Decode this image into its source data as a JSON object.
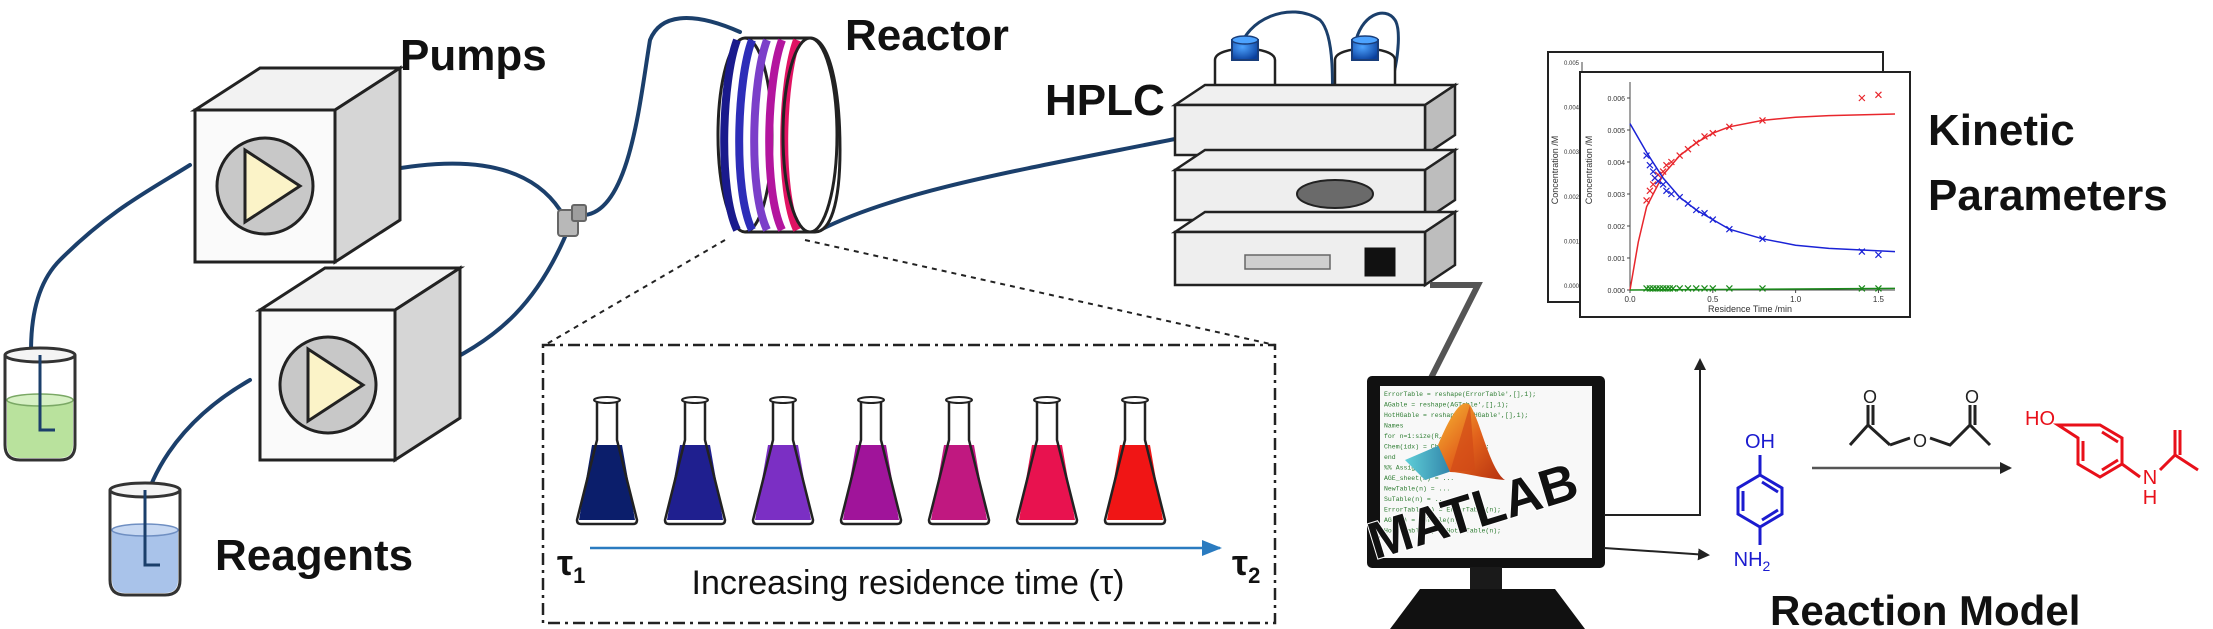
{
  "labels": {
    "pumps": "Pumps",
    "reactor": "Reactor",
    "hplc": "HPLC",
    "reagents": "Reagents",
    "kinetic_line1": "Kinetic",
    "kinetic_line2": "Parameters",
    "reaction_model": "Reaction Model",
    "matlab": "MATLAB",
    "tau1": "τ",
    "tau1_sub": "1",
    "tau2": "τ",
    "tau2_sub": "2",
    "residence": "Increasing residence time (τ)"
  },
  "chemistry": {
    "reactant_oh": "OH",
    "reactant_nh2": "NH",
    "reactant_nh2_sub": "2",
    "product_ho": "HO",
    "product_nh_n": "N",
    "product_nh_h": "H"
  },
  "flasks": {
    "colors": [
      "#0b1e6b",
      "#1f1f8f",
      "#7b2fc4",
      "#a0149a",
      "#c01880",
      "#e8124f",
      "#f01515"
    ]
  },
  "colors": {
    "tubing": "#1b3f6b",
    "arrow_blue": "#2a7bc0",
    "reactant": "#1b1bcf",
    "product": "#e8101a",
    "acetyl": "#222222",
    "series_product": "#e8262c",
    "series_reactant": "#1a22d6",
    "series_byproduct": "#1a8a1a"
  },
  "chart_data": {
    "type": "scatter",
    "title": "",
    "xlabel": "Residence Time /min",
    "ylabel": "Concentration /M",
    "xlim": [
      0,
      1.6
    ],
    "ylim": [
      0,
      0.0065
    ],
    "xticks": [
      "0.0",
      "0.5",
      "1.0",
      "1.5"
    ],
    "yticks": [
      "0.000",
      "0.001",
      "0.002",
      "0.003",
      "0.004",
      "0.005",
      "0.006"
    ],
    "back_panel": {
      "ylabel": "Concentration /M",
      "yticks": [
        "0.000",
        "0.001",
        "0.002",
        "0.003",
        "0.004",
        "0.005"
      ]
    },
    "series": [
      {
        "color": "#e8262c",
        "points": [
          [
            0.1,
            0.0028
          ],
          [
            0.12,
            0.0031
          ],
          [
            0.14,
            0.0033
          ],
          [
            0.15,
            0.0035
          ],
          [
            0.17,
            0.0036
          ],
          [
            0.2,
            0.0037
          ],
          [
            0.22,
            0.0039
          ],
          [
            0.25,
            0.004
          ],
          [
            0.3,
            0.0042
          ],
          [
            0.35,
            0.0044
          ],
          [
            0.4,
            0.0046
          ],
          [
            0.45,
            0.0048
          ],
          [
            0.5,
            0.0049
          ],
          [
            0.6,
            0.0051
          ],
          [
            0.8,
            0.0053
          ],
          [
            1.5,
            0.0061
          ],
          [
            1.4,
            0.006
          ]
        ],
        "fit": [
          [
            0.0,
            0.0
          ],
          [
            0.05,
            0.0015
          ],
          [
            0.1,
            0.0026
          ],
          [
            0.2,
            0.0036
          ],
          [
            0.3,
            0.0042
          ],
          [
            0.4,
            0.0046
          ],
          [
            0.5,
            0.0049
          ],
          [
            0.6,
            0.0051
          ],
          [
            0.8,
            0.0053
          ],
          [
            1.0,
            0.0054
          ],
          [
            1.2,
            0.00545
          ],
          [
            1.6,
            0.0055
          ]
        ]
      },
      {
        "color": "#1a22d6",
        "points": [
          [
            0.1,
            0.0042
          ],
          [
            0.12,
            0.0039
          ],
          [
            0.14,
            0.0037
          ],
          [
            0.15,
            0.0035
          ],
          [
            0.17,
            0.0034
          ],
          [
            0.2,
            0.0033
          ],
          [
            0.22,
            0.0031
          ],
          [
            0.25,
            0.003
          ],
          [
            0.3,
            0.0029
          ],
          [
            0.35,
            0.0027
          ],
          [
            0.4,
            0.0025
          ],
          [
            0.45,
            0.0024
          ],
          [
            0.5,
            0.0022
          ],
          [
            0.6,
            0.0019
          ],
          [
            0.8,
            0.0016
          ],
          [
            1.5,
            0.0011
          ],
          [
            1.4,
            0.0012
          ]
        ],
        "fit": [
          [
            0.0,
            0.0052
          ],
          [
            0.1,
            0.0043
          ],
          [
            0.2,
            0.0035
          ],
          [
            0.3,
            0.0029
          ],
          [
            0.4,
            0.0025
          ],
          [
            0.5,
            0.0022
          ],
          [
            0.6,
            0.0019
          ],
          [
            0.8,
            0.0016
          ],
          [
            1.0,
            0.0014
          ],
          [
            1.2,
            0.0013
          ],
          [
            1.6,
            0.0012
          ]
        ]
      },
      {
        "color": "#1a8a1a",
        "points": [
          [
            0.1,
            5e-05
          ],
          [
            0.12,
            5e-05
          ],
          [
            0.14,
            5e-05
          ],
          [
            0.16,
            5e-05
          ],
          [
            0.18,
            5e-05
          ],
          [
            0.2,
            5e-05
          ],
          [
            0.22,
            5e-05
          ],
          [
            0.24,
            5e-05
          ],
          [
            0.26,
            5e-05
          ],
          [
            0.3,
            5e-05
          ],
          [
            0.35,
            5e-05
          ],
          [
            0.4,
            5e-05
          ],
          [
            0.45,
            5e-05
          ],
          [
            0.5,
            5e-05
          ],
          [
            0.6,
            5e-05
          ],
          [
            0.8,
            5e-05
          ],
          [
            1.4,
            5e-05
          ],
          [
            1.5,
            5e-05
          ]
        ],
        "fit": [
          [
            0.0,
            0.0
          ],
          [
            1.6,
            5e-05
          ]
        ]
      }
    ]
  },
  "matlab_code": [
    "ErrorTable = reshape(ErrorTable',[],1);",
    "AGable = reshape(AGTable',[],1);",
    "HotHGable = reshape(HotHGable',[],1);",
    "Names",
    "for n=1:size(R,1)",
    "  Chem(idx) = ChemTable(n,:);",
    "end",
    "%% Assign the values ...",
    "AGE_sheet(n) = ...",
    "NewTable(n) = ...",
    "SuTable(n) = ...",
    "ErrorTable(n) = ErrorTable(n);",
    "AGT(n) = AGTable(n);",
    "HotHGTable(n) = HotHGTable(n);",
    "end"
  ]
}
